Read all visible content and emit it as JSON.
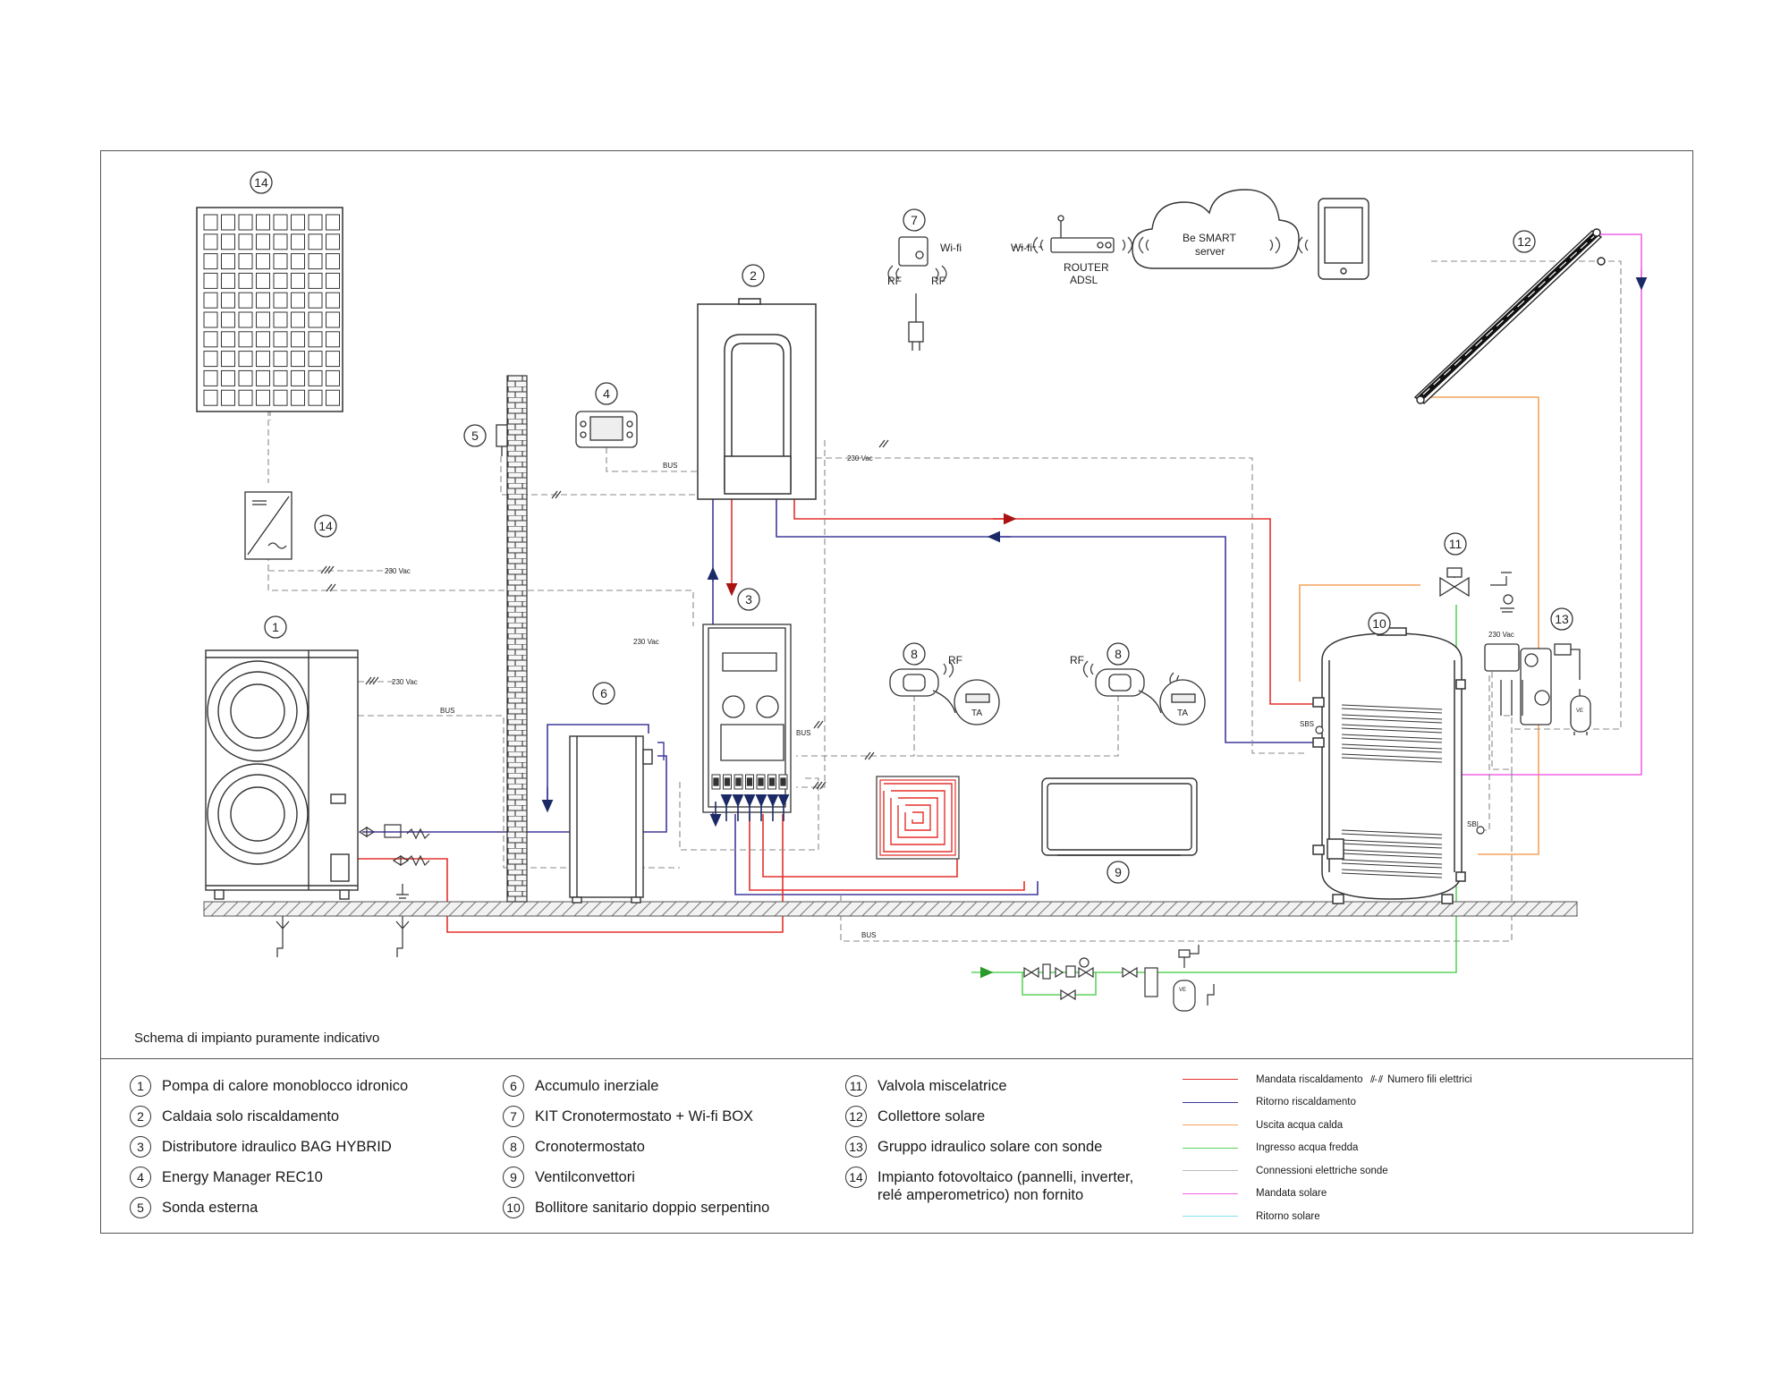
{
  "note": "Schema di impianto puramente indicativo",
  "callouts": {
    "n1": "1",
    "n2": "2",
    "n3": "3",
    "n4": "4",
    "n5": "5",
    "n6": "6",
    "n7": "7",
    "n8": "8",
    "n9": "9",
    "n10": "10",
    "n11": "11",
    "n12": "12",
    "n13": "13",
    "n14": "14"
  },
  "labels": {
    "wifi": "Wi-fi",
    "rf": "RF",
    "router": "ROUTER",
    "adsl": "ADSL",
    "be_smart": "Be SMART",
    "server": "server",
    "vac230": "230 Vac",
    "bus": "BUS",
    "ta": "TA",
    "sbs": "SBS",
    "sbi": "SBI",
    "ve": "VE"
  },
  "legend": [
    {
      "num": "1",
      "text": "Pompa di calore monoblocco idronico"
    },
    {
      "num": "2",
      "text": "Caldaia solo riscaldamento"
    },
    {
      "num": "3",
      "text": "Distributore idraulico BAG HYBRID"
    },
    {
      "num": "4",
      "text": "Energy Manager REC10"
    },
    {
      "num": "5",
      "text": "Sonda esterna"
    },
    {
      "num": "6",
      "text": "Accumulo inerziale"
    },
    {
      "num": "7",
      "text": "KIT Cronotermostato + Wi-fi BOX"
    },
    {
      "num": "8",
      "text": "Cronotermostato"
    },
    {
      "num": "9",
      "text": "Ventilconvettori"
    },
    {
      "num": "10",
      "text": "Bollitore sanitario doppio serpentino"
    },
    {
      "num": "11",
      "text": "Valvola miscelatrice"
    },
    {
      "num": "12",
      "text": "Collettore solare"
    },
    {
      "num": "13",
      "text": "Gruppo idraulico solare con sonde"
    },
    {
      "num": "14",
      "text": "Impianto fotovoltaico (pannelli, inverter, relé amperometrico) non fornito"
    }
  ],
  "line_legend": [
    {
      "label": "Mandata riscaldamento",
      "color": "#e5302b"
    },
    {
      "label": "Ritorno riscaldamento",
      "color": "#3f3a9a"
    },
    {
      "label": "Uscita acqua calda",
      "color": "#f5a35c"
    },
    {
      "label": "Ingresso acqua fredda",
      "color": "#5bd45b"
    },
    {
      "label": "Connessioni elettriche sonde",
      "color": "#b9b9b9"
    },
    {
      "label": "Mandata solare",
      "color": "#f065e6"
    },
    {
      "label": "Ritorno solare",
      "color": "#86e0ee"
    }
  ],
  "wires_legend": "Numero fili elettrici",
  "colors": {
    "supply": "#e5302b",
    "return": "#3f3a9a",
    "hot": "#f5a35c",
    "cold": "#5bd45b",
    "probe": "#b9b9b9",
    "solar_supply": "#f065e6",
    "solar_return": "#86e0ee",
    "dashed": "#8a8a8a",
    "stroke": "#2a2a2a"
  },
  "icons": [
    "pv-panel-icon",
    "inverter-icon",
    "heat-pump-icon",
    "boiler-icon",
    "distributor-icon",
    "energy-manager-icon",
    "outdoor-probe-icon",
    "wall-icon",
    "buffer-tank-icon",
    "thermostat-icon",
    "wifi-box-icon",
    "router-icon",
    "cloud-icon",
    "tablet-icon",
    "solar-collector-icon",
    "mixing-valve-icon",
    "dhw-tank-icon",
    "solar-group-icon",
    "expansion-vessel-icon",
    "fan-coil-icon",
    "floor-heating-icon",
    "ground-icon"
  ]
}
